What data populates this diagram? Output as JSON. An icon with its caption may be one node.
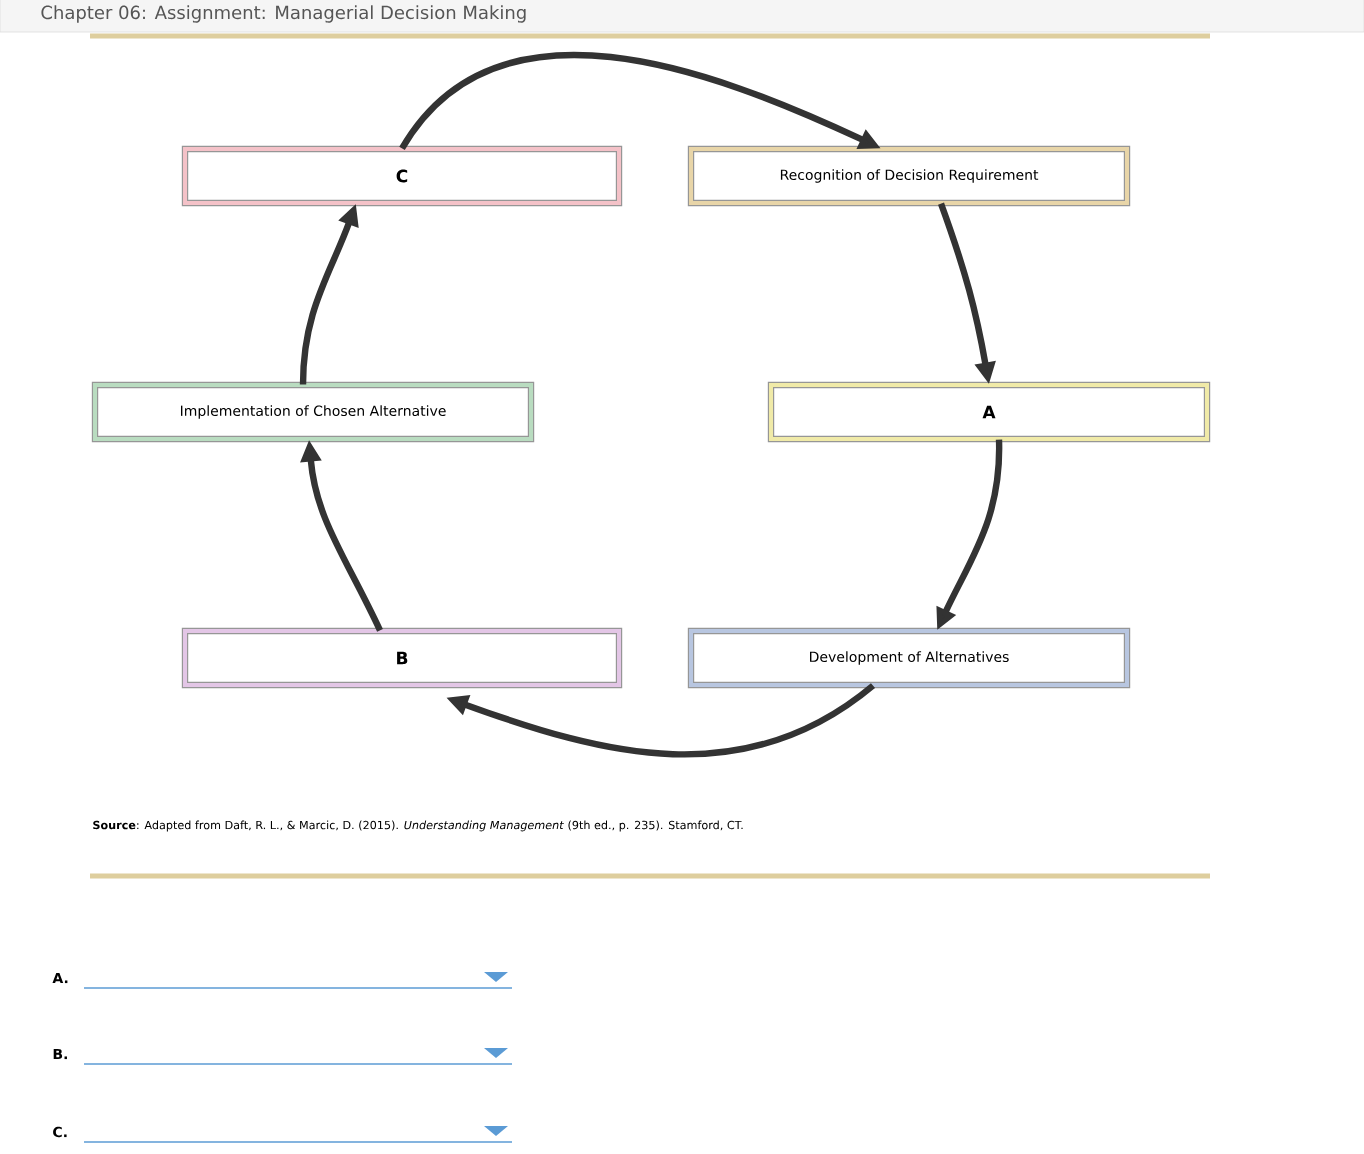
{
  "diagram": {
    "title": "Chapter 06: Assignment: Managerial Decision Making",
    "caption": "**Source**: Adapted from Daft, R. L., & Marcic, D. (2015). *Understanding Management* (9th ed., p. 235). Stamford, CT.",
    "nodes": [
      {
        "text": [
          "C"
        ]
      },
      {
        "text": [
          "Recognition of Decision Requirement"
        ]
      },
      {
        "text": [
          "Implementation of Chosen Alternative"
        ]
      },
      {
        "text": [
          "A"
        ]
      },
      {
        "text": [
          "B"
        ]
      },
      {
        "text": [
          "Development of Alternatives"
        ]
      }
    ],
    "edges": [
      {
        "from": 0,
        "to": 1,
        "arrow": "to"
      },
      {
        "from": 1,
        "to": 3,
        "arrow": "to"
      },
      {
        "from": 3,
        "to": 5,
        "arrow": "to"
      },
      {
        "from": 5,
        "to": 4,
        "arrow": "to"
      },
      {
        "from": 4,
        "to": 2,
        "arrow": "to"
      },
      {
        "from": 2,
        "to": 0,
        "arrow": "to"
      }
    ],
    "labels": [
      "A.",
      "B.",
      "C."
    ]
  }
}
